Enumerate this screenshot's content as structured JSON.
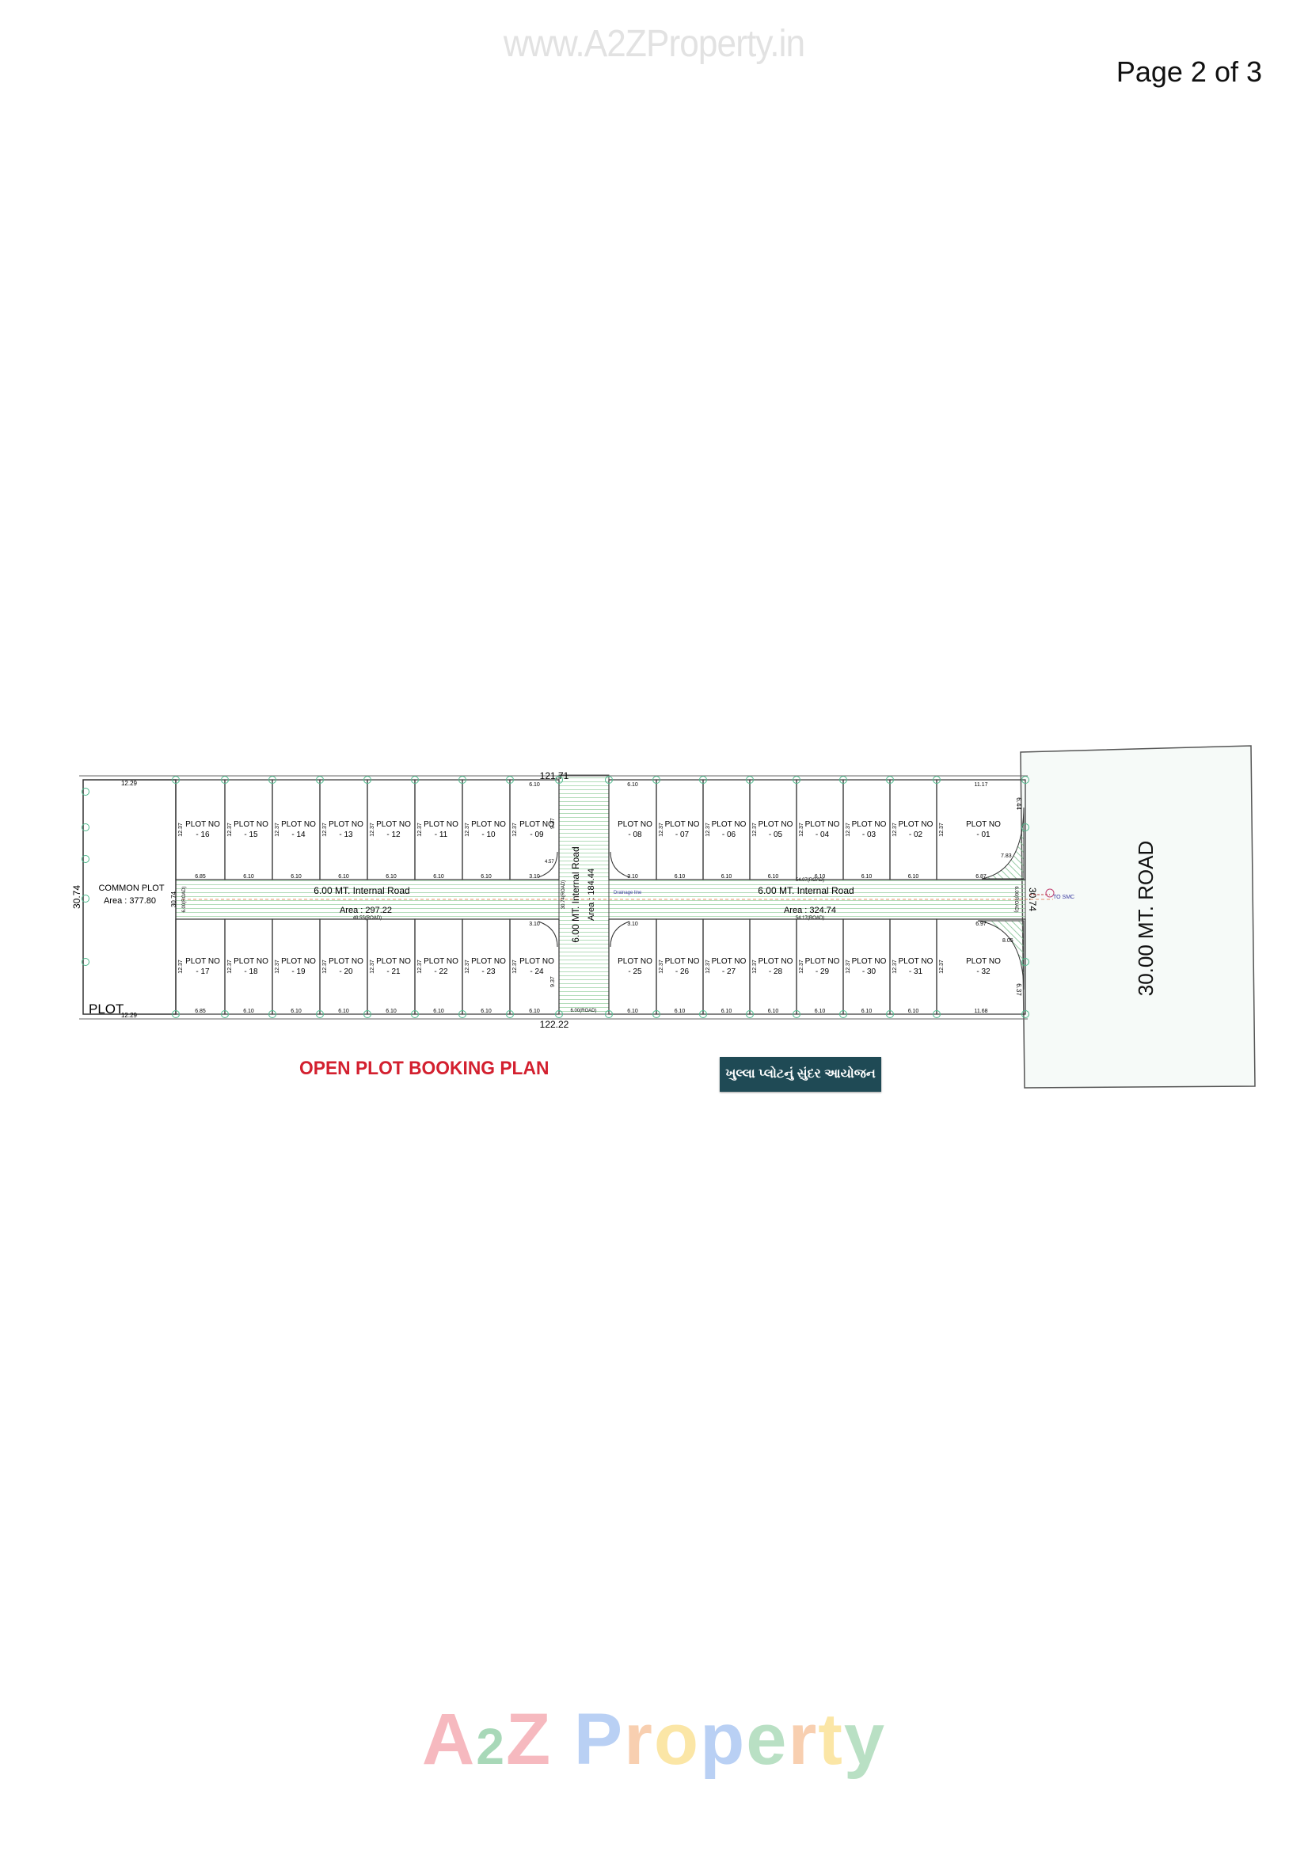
{
  "header": {
    "watermark": "www.A2ZProperty.in",
    "page_indicator": "Page 2 of 3"
  },
  "plan": {
    "overall": {
      "top_length": "121.71",
      "bottom_length": "122.22",
      "left_width": "30.74",
      "right_width": "30.74",
      "inner_width": "30.74"
    },
    "common_plot": {
      "label": "COMMON PLOT",
      "area": "Area : 377.80",
      "top_dim": "12.29",
      "bottom_dim": "12.29",
      "corner_label": "PLOT"
    },
    "plot_prefix": "PLOT NO",
    "depth": "12.37",
    "rows": {
      "top_left": {
        "plots": [
          "- 16",
          "- 15",
          "- 14",
          "- 13",
          "- 12",
          "- 11",
          "- 10",
          "- 09"
        ],
        "front": [
          "6.85",
          "6.10",
          "6.10",
          "6.10",
          "6.10",
          "6.10",
          "6.10",
          "3.10"
        ],
        "back": [
          "",
          "",
          "",
          "",
          "",
          "",
          "",
          "6.10"
        ]
      },
      "bottom_left": {
        "plots": [
          "- 17",
          "- 18",
          "- 19",
          "- 20",
          "- 21",
          "- 22",
          "- 23",
          "- 24"
        ],
        "front": [
          "",
          "",
          "",
          "",
          "",
          "",
          "",
          "3.10"
        ],
        "back": [
          "6.85",
          "6.10",
          "6.10",
          "6.10",
          "6.10",
          "6.10",
          "6.10",
          "6.10"
        ]
      },
      "top_right": {
        "plots": [
          "- 08",
          "- 07",
          "- 06",
          "- 05",
          "- 04",
          "- 03",
          "- 02",
          "- 01"
        ],
        "front": [
          "3.10",
          "6.10",
          "6.10",
          "6.10",
          "6.10",
          "6.10",
          "6.10",
          "6.87"
        ],
        "back": [
          "6.10",
          "",
          "",
          "",
          "",
          "",
          "",
          "11.17"
        ]
      },
      "bottom_right": {
        "plots": [
          "- 25",
          "- 26",
          "- 27",
          "- 28",
          "- 29",
          "- 30",
          "- 31",
          "- 32"
        ],
        "front": [
          "3.10",
          "",
          "",
          "",
          "",
          "",
          "",
          "6.97"
        ],
        "back": [
          "6.10",
          "6.10",
          "6.10",
          "6.10",
          "6.10",
          "6.10",
          "6.10",
          "11.68"
        ]
      }
    },
    "corner_dims": {
      "side_9_37": "9.37",
      "curve_4_57": "4.57",
      "curve_7_83": "7.83",
      "curve_8_05": "8.05",
      "side_6_44": "6.44",
      "side_6_37": "6.37"
    },
    "left_road": {
      "name": "6.00 MT. Internal Road",
      "area": "Area : 297.22",
      "length": "49.55(ROAD)",
      "width": "6.00(ROAD)"
    },
    "center_road": {
      "name": "6.00 MT. Internal Road",
      "area": "Area : 184.44",
      "length": "30.74(ROAD)",
      "width": "6.00(ROAD)"
    },
    "right_road": {
      "name": "6.00 MT. Internal Road",
      "area": "Area : 324.74",
      "length_top": "54.07(ROAD)",
      "length_bottom": "54.17(ROAD)",
      "width": "6.00(ROAD)",
      "drainage": "Drainage line"
    },
    "main_road": {
      "label": "30.00 MT. ROAD",
      "smc": "TO SMC"
    }
  },
  "title": "OPEN PLOT BOOKING PLAN",
  "gujarati_badge": "ખુલ્લા પ્લોટનું સુંદર આયોજન",
  "footer_logo": {
    "text": "A2Z Property",
    "letters": [
      "A",
      "2",
      "Z",
      " ",
      "P",
      "r",
      "o",
      "p",
      "e",
      "r",
      "t",
      "y"
    ]
  },
  "colors": {
    "title_red": "#d3202f",
    "badge_bg": "#1f4a55",
    "node_green": "#4bb88a",
    "road_hatch": "#9fd3a8"
  }
}
